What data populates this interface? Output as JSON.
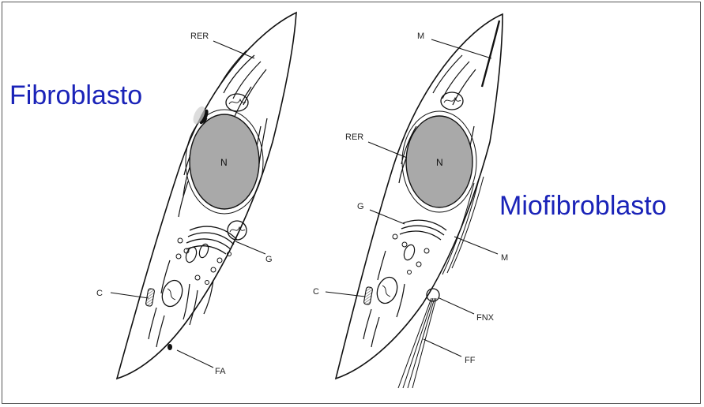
{
  "titles": {
    "left": "Fibroblasto",
    "right": "Miofibroblasto"
  },
  "left_cell_labels": {
    "rer": "RER",
    "nucleus": "N",
    "golgi": "G",
    "centriole": "C",
    "focal_adhesion": "FA"
  },
  "right_cell_labels": {
    "myofilament_top": "M",
    "rer": "RER",
    "nucleus": "N",
    "golgi": "G",
    "myofilament_side": "M",
    "centriole": "C",
    "fibronexus": "FNX",
    "fibronectin_fibrils": "FF"
  },
  "colors": {
    "title": "#1a23b8",
    "nucleus_fill": "#a9a9a9",
    "outline": "#111111"
  }
}
